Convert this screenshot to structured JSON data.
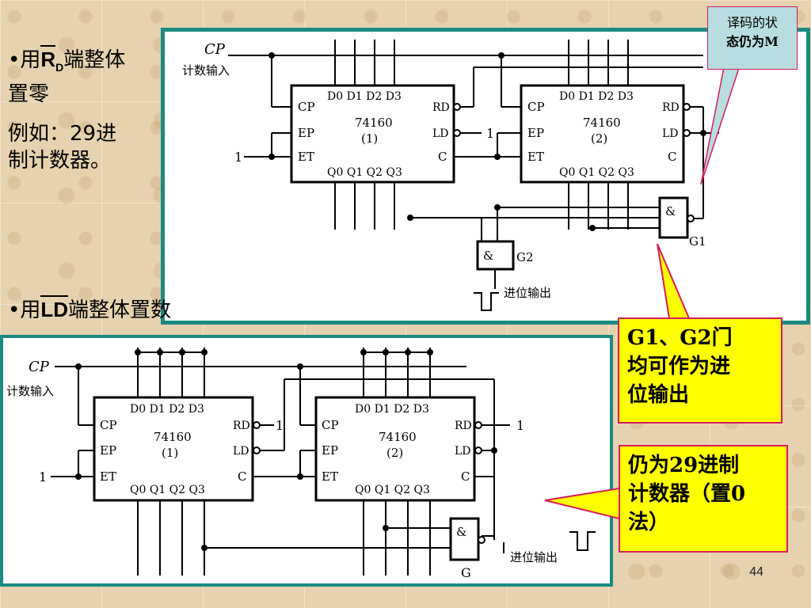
{
  "left_text": {
    "item1_prefix": "•用",
    "item1_signal": "R",
    "item1_sub": "D",
    "item1_suffix_l1": "端整体",
    "item1_suffix_l2": "置零",
    "example_l1": "例如：29进",
    "example_l2": "制计数器。",
    "item2_prefix": "•用",
    "item2_signal": "LD",
    "item2_suffix": "端整体置数"
  },
  "callouts": {
    "top_right_l1": "译码的状",
    "top_right_l2": "态仍为M",
    "gates_l1": "G1、G2门",
    "gates_l2": "均可作为进",
    "gates_l3": "位输出",
    "still29_l1": "仍为29进制",
    "still29_l2": "计数器（置0",
    "still29_l3": "法）"
  },
  "diagram_top": {
    "cp_label": "CP",
    "cp_input_label": "计数输入",
    "chip1_name": "74160",
    "chip1_idx": "(1)",
    "chip2_name": "74160",
    "chip2_idx": "(2)",
    "pin_cp": "CP",
    "pin_ep": "EP",
    "pin_et": "ET",
    "pin_rd": "RD",
    "pin_ld": "LD",
    "pin_c": "C",
    "d_pins": "D0 D1 D2 D3",
    "q_pins": "Q0 Q1 Q2 Q3",
    "one": "1",
    "g1": "G1",
    "g2": "G2",
    "and": "&",
    "carry_out": "进位输出"
  },
  "diagram_bottom": {
    "cp_label": "CP",
    "cp_input_label": "计数输入",
    "chip1_name": "74160",
    "chip1_idx": "(1)",
    "chip2_name": "74160",
    "chip2_idx": "(2)",
    "pin_cp": "CP",
    "pin_ep": "EP",
    "pin_et": "ET",
    "pin_rd": "RD",
    "pin_ld": "LD",
    "pin_c": "C",
    "d_pins": "D0 D1 D2 D3",
    "q_pins": "Q0 Q1 Q2 Q3",
    "one": "1",
    "g": "G",
    "and": "&",
    "carry_out": "进位输出"
  },
  "page_number": "44",
  "colors": {
    "panel_border": "#1a8a82",
    "callout_border": "#d81b60",
    "callout_yellow": "#ffff00",
    "callout_cyan": "#b7dde0"
  }
}
